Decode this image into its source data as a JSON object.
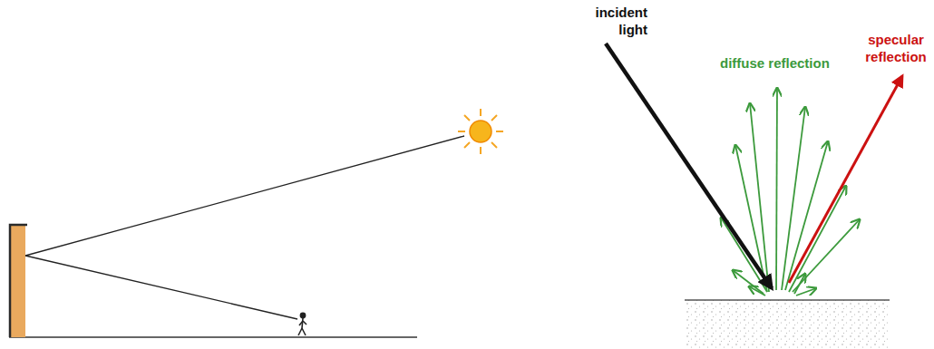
{
  "diagram": {
    "labels": [
      "incident light",
      "diffuse reflection",
      "specular reflection"
    ]
  }
}
